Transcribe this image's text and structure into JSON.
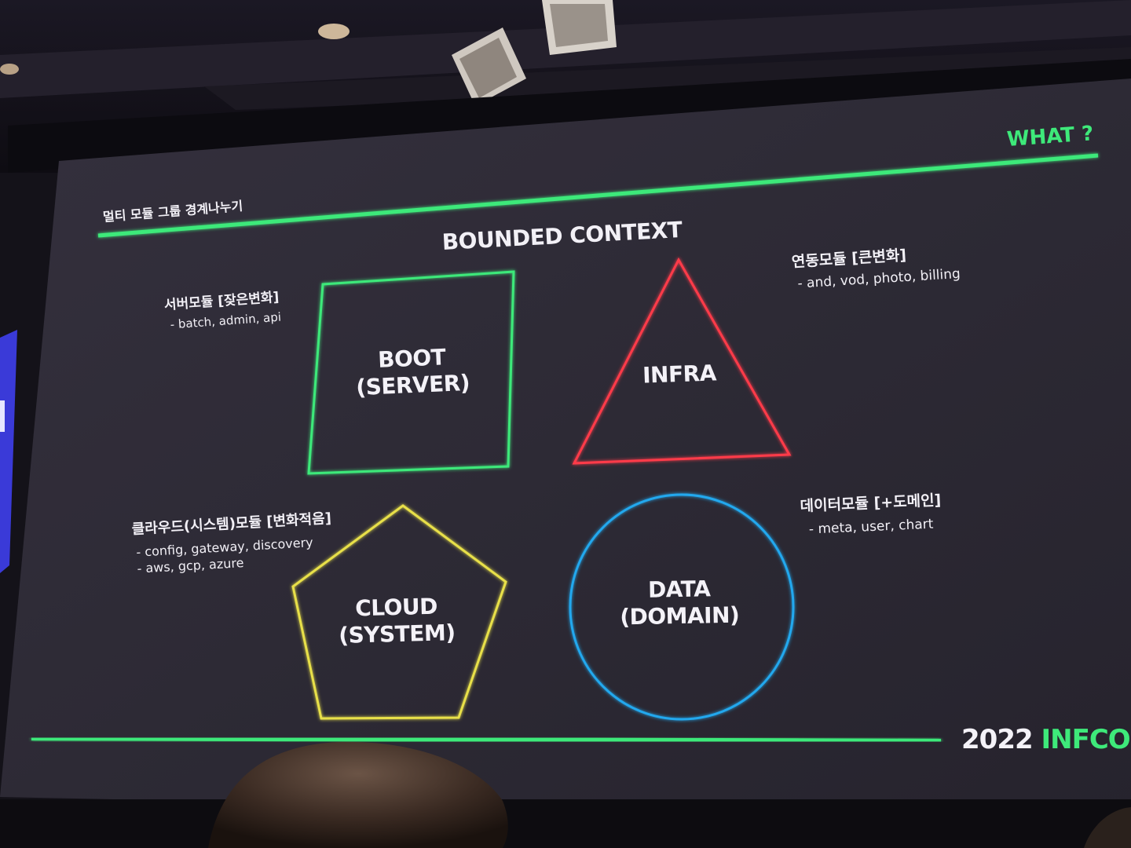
{
  "slide": {
    "tag": "WHAT ?",
    "subtitle_kr": "멀티 모듈 그룹 경계나누기",
    "title": "BOUNDED CONTEXT",
    "footer": {
      "year": "2022",
      "brand": "INFCO"
    }
  },
  "modules": {
    "server": {
      "heading": "서버모듈 [잦은변화]",
      "items": [
        "- batch, admin, api"
      ],
      "shape_label_1": "BOOT",
      "shape_label_2": "(SERVER)",
      "shape": "square",
      "color": "#3ee97a"
    },
    "infra": {
      "heading": "연동모듈 [큰변화]",
      "items": [
        "- and, vod, photo, billing"
      ],
      "shape_label_1": "INFRA",
      "shape": "triangle",
      "color": "#ff3b4a"
    },
    "cloud": {
      "heading": "클라우드(시스템)모듈 [변화적음]",
      "items": [
        "- config, gateway, discovery",
        "- aws, gcp, azure"
      ],
      "shape_label_1": "CLOUD",
      "shape_label_2": "(SYSTEM)",
      "shape": "pentagon",
      "color": "#e8e04a"
    },
    "data": {
      "heading": "데이터모듈 [+도메인]",
      "items": [
        "- meta, user, chart"
      ],
      "shape_label_1": "DATA",
      "shape_label_2": "(DOMAIN)",
      "shape": "circle",
      "color": "#22a8ee"
    }
  },
  "colors": {
    "accent": "#3ee97a",
    "screen": "#2d2a35",
    "text": "#f2f0f6"
  }
}
